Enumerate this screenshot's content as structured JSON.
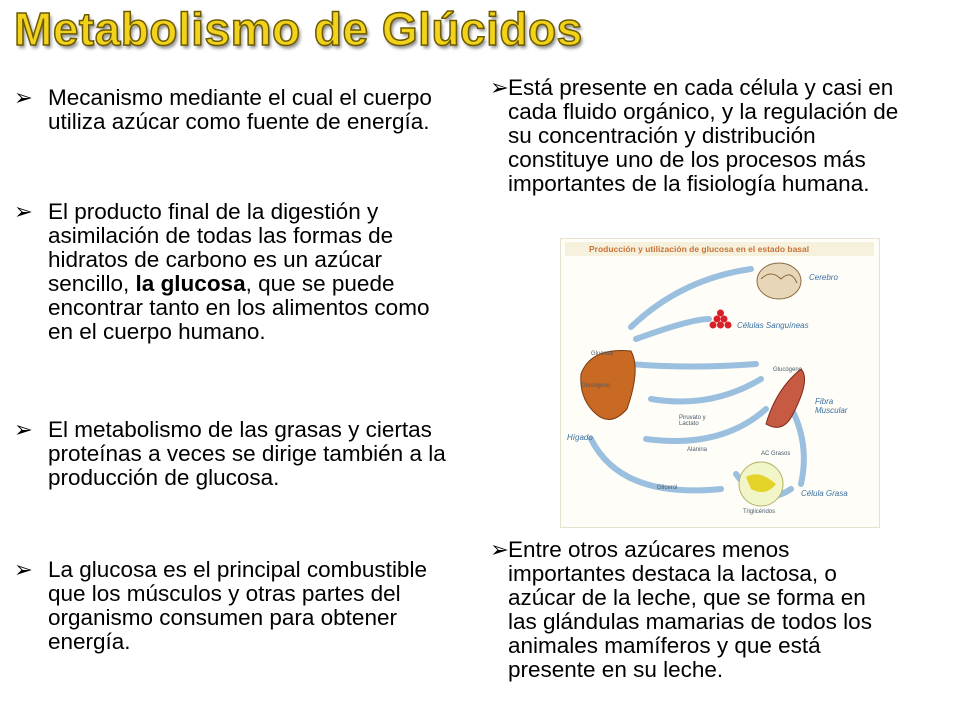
{
  "title": "Metabolismo de Glúcidos",
  "bullet_icon": "arrow-bullet-icon",
  "left_bullets": [
    "Mecanismo mediante el cual el cuerpo utiliza azúcar como fuente de energía.",
    {
      "pre": "El producto final de la digestión y asimilación de todas las formas de hidratos de carbono es un azúcar sencillo, ",
      "bold": "la glucosa",
      "post": ", que se puede encontrar tanto en los alimentos como en el cuerpo humano."
    },
    "El metabolismo de las grasas y ciertas proteínas a veces se dirige también a la producción de glucosa.",
    "La glucosa es el principal combustible que los músculos y otras partes del organismo consumen para obtener energía."
  ],
  "right_bullets": [
    "Está presente en cada célula y casi en cada fluido orgánico, y la regulación de su concentración y distribución constituye uno de los procesos más importantes de la fisiología humana.",
    "Entre otros azúcares menos importantes destaca la lactosa, o azúcar de la leche, que se forma en las glándulas mamarias de todos los animales mamíferos y que está presente en su leche."
  ],
  "diagram": {
    "title": "Producción y utilización de glucosa en el estado basal",
    "labels": {
      "cerebro": "Cerebro",
      "celulas": "Células Sanguíneas",
      "fibra": "Fibra Muscular",
      "grasa": "Célula Grasa",
      "higado": "Hígado"
    },
    "small_labels": {
      "glucosa": "Glucosa",
      "glucogeno_left": "Glucógeno",
      "glucogeno_right": "Glucógeno",
      "piruvato": "Piruvato y Lactato",
      "alanina": "Alanina",
      "ac_grasos": "AC Grasos",
      "glicerol": "Glicerol",
      "trigliceridos": "Triglicéridos"
    }
  }
}
